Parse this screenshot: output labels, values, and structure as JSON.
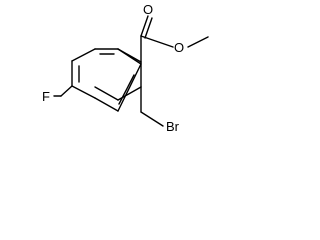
{
  "molecule": {
    "atoms": {
      "carbonyl_oxygen": "O",
      "ester_oxygen": "O",
      "fluorine": "F",
      "bromine": "Br"
    }
  }
}
